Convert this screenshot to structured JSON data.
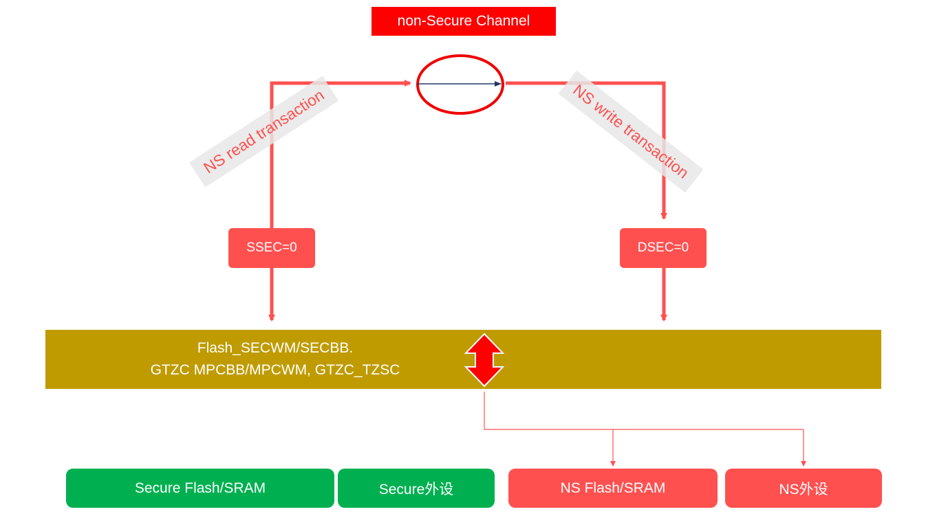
{
  "title": "non-Secure Channel",
  "read_label": "NS read transaction",
  "write_label": "NS write transaction",
  "ssec_label": "SSEC=0",
  "dsec_label": "DSEC=0",
  "band": {
    "line1": "Flash_SECWM/SECBB.",
    "line2": "GTZC MPCBB/MPCWM, GTZC_TZSC"
  },
  "memories": [
    {
      "label": "Secure Flash/SRAM"
    },
    {
      "label": "Secure外设"
    },
    {
      "label": "NS Flash/SRAM"
    },
    {
      "label": "NS外设"
    }
  ],
  "colors": {
    "accent_red": "#ff5050",
    "title_red": "#ff0000",
    "band_gold": "#bf9b00",
    "secure_green": "#00b050"
  }
}
